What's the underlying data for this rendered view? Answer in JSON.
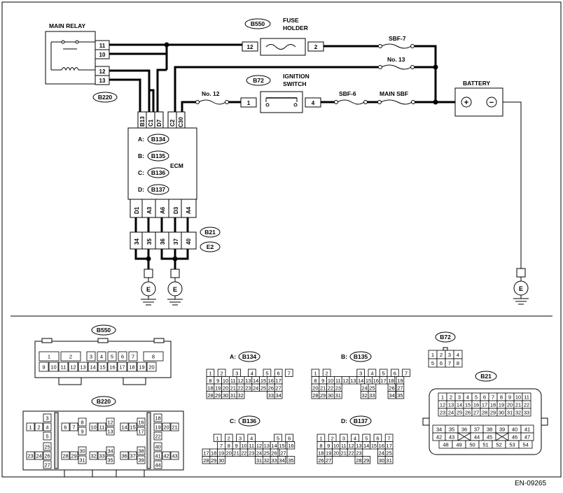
{
  "main_relay": {
    "title": "MAIN RELAY",
    "pins": [
      "11",
      "10",
      "12",
      "13"
    ],
    "connector": "B220"
  },
  "fuse_holder": {
    "tag": "B550",
    "title_line1": "FUSE",
    "title_line2": "HOLDER",
    "pin_left": "12",
    "pin_right": "2"
  },
  "ignition_switch": {
    "tag": "B72",
    "title_line1": "IGNITION",
    "title_line2": "SWITCH",
    "pin_left": "1",
    "pin_right": "4"
  },
  "fuses": {
    "sbf7": "SBF-7",
    "no13": "No. 13",
    "no12": "No. 12",
    "sbf6": "SBF-6",
    "main_sbf": "MAIN SBF"
  },
  "battery": {
    "title": "BATTERY",
    "plus": "+",
    "minus": "−"
  },
  "ecm": {
    "title": "ECM",
    "top_pins": [
      "B13",
      "C1",
      "D7",
      "C2",
      "C30"
    ],
    "connectors": [
      {
        "letter": "A:",
        "code": "B134"
      },
      {
        "letter": "B:",
        "code": "B135"
      },
      {
        "letter": "C:",
        "code": "B136"
      },
      {
        "letter": "D:",
        "code": "B137"
      }
    ],
    "bottom_pins": [
      "D1",
      "A3",
      "A6",
      "D3",
      "A4"
    ]
  },
  "joint": {
    "tags": [
      "B21",
      "E2"
    ],
    "pins": [
      "34",
      "35",
      "36",
      "37",
      "40"
    ]
  },
  "ground_label": "E",
  "connector_views": {
    "b550": {
      "tag": "B550",
      "top": [
        "1",
        "2",
        "3",
        "4",
        "5",
        "6",
        "7",
        "8"
      ],
      "bottom": [
        "9",
        "10",
        "11",
        "12",
        "13",
        "14",
        "15",
        "16",
        "17",
        "18",
        "19",
        "20"
      ]
    },
    "b220": {
      "tag": "B220",
      "pins": [
        "1",
        "2",
        "3",
        "4",
        "5",
        "6",
        "7",
        "8",
        "9",
        "10",
        "11",
        "12",
        "13",
        "14",
        "15",
        "16",
        "17",
        "18",
        "19",
        "20",
        "21",
        "22",
        "23",
        "24",
        "25",
        "26",
        "27",
        "28",
        "29",
        "30",
        "31",
        "32",
        "33",
        "34",
        "35",
        "36",
        "37",
        "38",
        "39",
        "40",
        "41",
        "42",
        "43",
        "44"
      ]
    },
    "b72": {
      "tag": "B72",
      "top": [
        "1",
        "2",
        "3",
        "4"
      ],
      "bottom": [
        "5",
        "6",
        "7",
        "8"
      ]
    },
    "b21": {
      "tag": "B21",
      "rows": [
        [
          "1",
          "2",
          "3",
          "4",
          "5",
          "6",
          "7",
          "8",
          "9",
          "10",
          "11"
        ],
        [
          "12",
          "13",
          "14",
          "15",
          "16",
          "17",
          "18",
          "19",
          "20",
          "21",
          "22"
        ],
        [
          "23",
          "24",
          "25",
          "26",
          "27",
          "28",
          "29",
          "30",
          "31",
          "32",
          "33"
        ],
        [
          "34",
          "35",
          "36",
          "37",
          "38",
          "39",
          "40",
          "41"
        ],
        [
          "42",
          "43",
          "44",
          "45",
          "46",
          "47"
        ],
        [
          "48",
          "49",
          "50",
          "51",
          "52",
          "53",
          "54"
        ]
      ]
    },
    "b134": {
      "letter": "A:",
      "tag": "B134",
      "rows": [
        [
          "1",
          "2",
          "3",
          "4",
          "5",
          "6",
          "7"
        ],
        [
          "8",
          "9",
          "10",
          "11",
          "12",
          "13",
          "14",
          "15",
          "16",
          "17"
        ],
        [
          "18",
          "19",
          "20",
          "21",
          "22",
          "23",
          "24",
          "25",
          "26",
          "27"
        ],
        [
          "28",
          "29",
          "30",
          "31",
          "32",
          "33",
          "34"
        ]
      ]
    },
    "b135": {
      "letter": "B:",
      "tag": "B135",
      "rows": [
        [
          "1",
          "2",
          "3",
          "4",
          "5",
          "6",
          "7"
        ],
        [
          "8",
          "9",
          "10",
          "11",
          "12",
          "13",
          "14",
          "15",
          "16",
          "17",
          "18",
          "19"
        ],
        [
          "20",
          "21",
          "22",
          "23",
          "24",
          "25",
          "26",
          "27"
        ],
        [
          "28",
          "29",
          "30",
          "31",
          "32",
          "33",
          "34",
          "35"
        ]
      ]
    },
    "b136": {
      "letter": "C:",
      "tag": "B136",
      "rows": [
        [
          "1",
          "2",
          "3",
          "4",
          "5",
          "6"
        ],
        [
          "7",
          "8",
          "9",
          "10",
          "11",
          "12",
          "13",
          "14",
          "15",
          "16"
        ],
        [
          "17",
          "18",
          "19",
          "20",
          "21",
          "22",
          "23",
          "24",
          "25",
          "26",
          "27"
        ],
        [
          "28",
          "29",
          "30",
          "31",
          "32",
          "33",
          "34",
          "35"
        ]
      ]
    },
    "b137": {
      "letter": "D:",
      "tag": "B137",
      "rows": [
        [
          "1",
          "2",
          "3",
          "4",
          "5",
          "6",
          "7"
        ],
        [
          "8",
          "9",
          "10",
          "11",
          "12",
          "13",
          "14",
          "15",
          "16",
          "17"
        ],
        [
          "18",
          "19",
          "20",
          "21",
          "22",
          "23",
          "24",
          "25"
        ],
        [
          "26",
          "27",
          "28",
          "29",
          "30",
          "31"
        ]
      ]
    }
  },
  "figure_id": "EN-09265"
}
